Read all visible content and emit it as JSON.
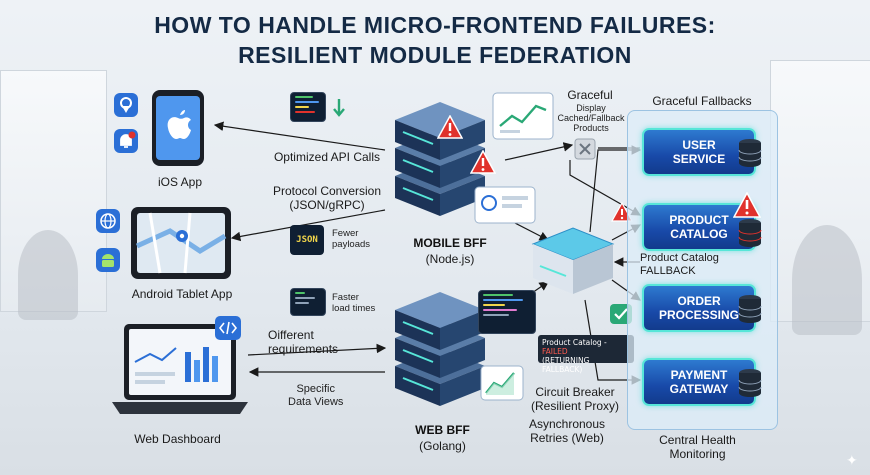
{
  "title": {
    "line1": "HOW TO HANDLE MICRO-FRONTEND FAILURES:",
    "line2": "RESILIENT MODULE FEDERATION"
  },
  "clients": {
    "ios": "iOS App",
    "android": "Android Tablet App",
    "web": "Web Dashboard"
  },
  "labels": {
    "optimized_api": "Optimized API Calls",
    "protocol_conversion": "Protocol Conversion\n(JSON/gRPC)",
    "json": "JSON",
    "fewer_payloads": "Fewer\npayloads",
    "faster_load": "Faster\nload times",
    "different_req": "Oifferent\nrequirements",
    "specific_views": "Specific\nData Views",
    "graceful_display": "Graceful",
    "graceful_display_sub": "Display\nCached/Fallback\nProducts",
    "graceful_fallbacks": "Graceful Fallbacks",
    "catalog_fallback": "Product Catalog\nFALLBACK",
    "circuit_breaker": "Circuit Breaker\n(Resilient Proxy)",
    "async_retries": "Asynchronous\nRetries (Web)",
    "central_health": "Central Health\nMonitoring"
  },
  "bff": {
    "mobile_name": "MOBILE BFF",
    "mobile_tech": "(Node.js)",
    "web_name": "WEB BFF",
    "web_tech": "(Golang)"
  },
  "status_box": {
    "service": "Product Catalog -",
    "status": "FAILED",
    "detail": "(RETURNING FALLBACK)"
  },
  "services": [
    {
      "name": "USER\nSERVICE",
      "status": "ok"
    },
    {
      "name": "PRODUCT\nCATALOG",
      "status": "failed"
    },
    {
      "name": "ORDER\nPROCESSING",
      "status": "ok"
    },
    {
      "name": "PAYMENT\nGATEWAY",
      "status": "ok"
    }
  ],
  "colors": {
    "service_fill": "#1849a8",
    "service_glow": "#57e6d8",
    "warning": "#e0322c",
    "arrow": "#1a1a1a",
    "check": "#2aa876"
  },
  "icons": [
    "location-pin-icon",
    "apple-logo-icon",
    "notification-bell-icon",
    "globe-icon",
    "android-icon",
    "code-icon",
    "warning-icon",
    "check-icon",
    "database-icon",
    "download-arrow-icon",
    "blocked-icon"
  ]
}
